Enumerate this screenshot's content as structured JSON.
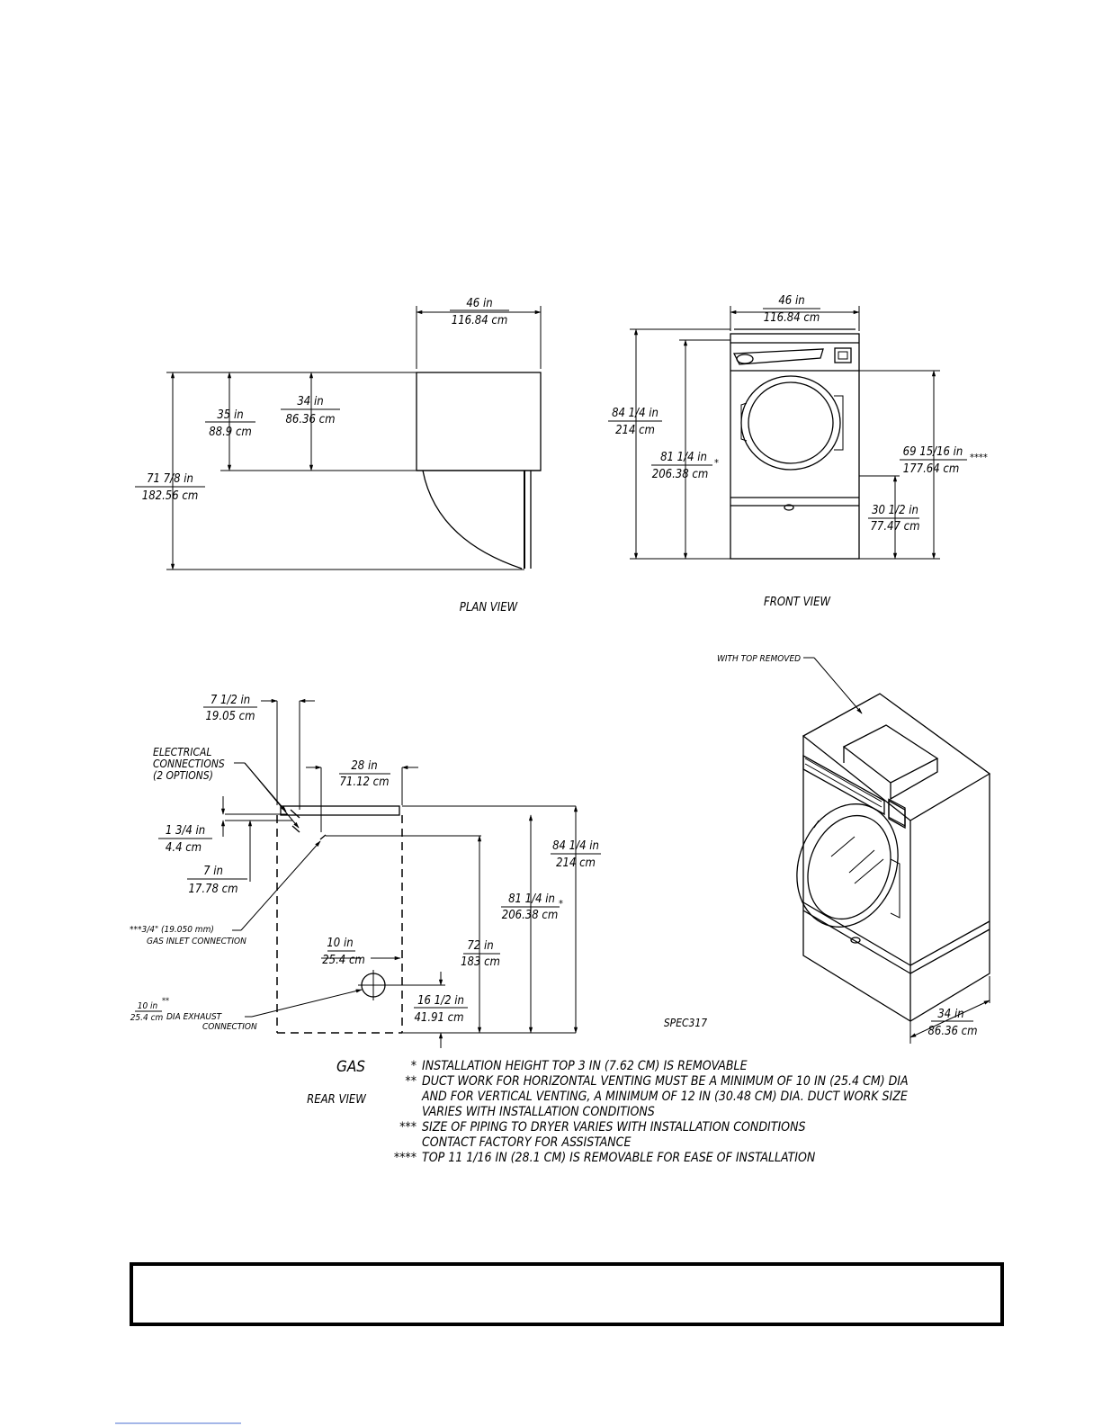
{
  "plan_view": {
    "title": "PLAN VIEW",
    "width_in": "46 in",
    "width_cm": "116.84 cm",
    "depth_in": "35 in",
    "depth_cm": "88.9 cm",
    "body_in": "34 in",
    "body_cm": "86.36 cm",
    "overall_in": "71 7/8 in",
    "overall_cm": "182.56 cm"
  },
  "front_view": {
    "title": "FRONT VIEW",
    "width_in": "46 in",
    "width_cm": "116.84 cm",
    "height_in": "84 1/4 in",
    "height_cm": "214 cm",
    "install_in": "81 1/4 in",
    "install_cm": "206.38 cm",
    "install_mark": "*",
    "top_in": "69 15/16 in",
    "top_cm": "177.64 cm",
    "top_mark": "****",
    "door_in": "30 1/2 in",
    "door_cm": "77.47 cm"
  },
  "rear_view": {
    "title": "REAR VIEW",
    "gas_label": "GAS",
    "offset_in": "7 1/2 in",
    "offset_cm": "19.05 cm",
    "electrical_line1": "ELECTRICAL",
    "electrical_line2": "CONNECTIONS",
    "electrical_line3": "(2 OPTIONS)",
    "width28_in": "28 in",
    "width28_cm": "71.12 cm",
    "d134_in": "1 3/4 in",
    "d134_cm": "4.4 cm",
    "d7_in": "7 in",
    "d7_cm": "17.78 cm",
    "gas_inlet_line1": "***3/4\" (19.050 mm)",
    "gas_inlet_line2": "GAS INLET CONNECTION",
    "exhaust_offset_in": "10 in",
    "exhaust_offset_cm": "25.4 cm",
    "exhaust_dia_in": "10 in",
    "exhaust_dia_mark": "**",
    "exhaust_dia_cm": "25.4 cm",
    "exhaust_label1": "DIA EXHAUST",
    "exhaust_label2": "CONNECTION",
    "h165_in": "16 1/2 in",
    "h165_cm": "41.91 cm",
    "h72_in": "72 in",
    "h72_cm": "183 cm",
    "h8125_in": "81 1/4 in",
    "h8125_cm": "206.38 cm",
    "h8125_mark": "*",
    "h8425_in": "84 1/4 in",
    "h8425_cm": "214 cm"
  },
  "iso_view": {
    "label": "WITH TOP REMOVED",
    "depth_in": "34 in",
    "depth_cm": "86.36 cm",
    "code": "SPEC317"
  },
  "notes": [
    {
      "mark": "*",
      "line1": "INSTALLATION HEIGHT TOP 3 IN (7.62 CM) IS REMOVABLE",
      "line2": "",
      "line3": ""
    },
    {
      "mark": "**",
      "line1": "DUCT WORK FOR HORIZONTAL VENTING MUST BE A MINIMUM OF 10 IN (25.4 CM) DIA",
      "line2": "AND FOR VERTICAL VENTING, A MINIMUM OF 12 IN (30.48 CM) DIA. DUCT WORK SIZE",
      "line3": "VARIES WITH INSTALLATION CONDITIONS"
    },
    {
      "mark": "***",
      "line1": "SIZE OF PIPING TO DRYER VARIES WITH INSTALLATION CONDITIONS",
      "line2": "CONTACT FACTORY FOR ASSISTANCE",
      "line3": ""
    },
    {
      "mark": "****",
      "line1": "TOP 11 1/16 IN (28.1 CM) IS REMOVABLE FOR EASE OF INSTALLATION",
      "line2": "",
      "line3": ""
    }
  ]
}
